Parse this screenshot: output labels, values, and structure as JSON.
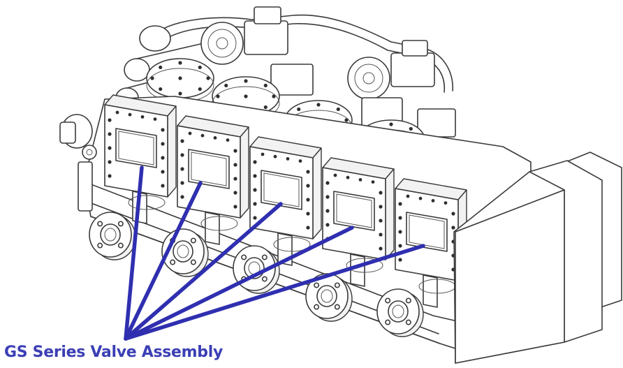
{
  "caption": {
    "text": "GS Series Valve Assembly",
    "color": "#3b3fb5"
  },
  "leader_lines": {
    "color": "#2f2fb0",
    "count": 5
  },
  "drawing": {
    "line_color": "#3a3a3a",
    "module_count": 5,
    "flange_count": 5
  }
}
